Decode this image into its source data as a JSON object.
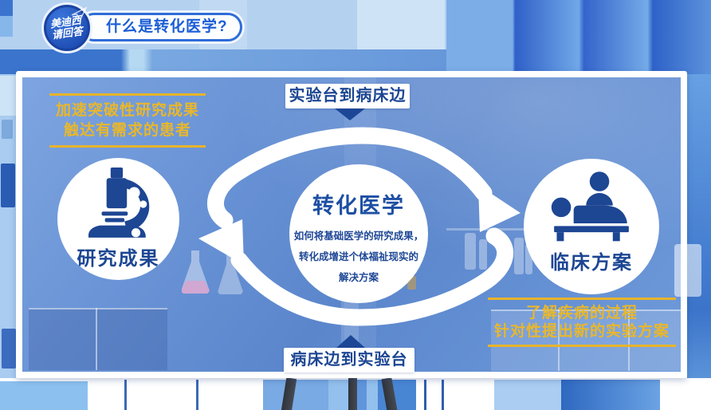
{
  "header": {
    "badge": {
      "line1": "美迪西",
      "line2": "请回答"
    },
    "question_pill": "什么是转化医学?"
  },
  "diagram": {
    "top_flow_label": "实验台到病床边",
    "bottom_flow_label": "病床边到实验台",
    "left_node": {
      "label": "研究成果",
      "icon": "microscope-icon"
    },
    "right_node": {
      "label": "临床方案",
      "icon": "patient-bed-icon"
    },
    "center_node": {
      "title": "转化医学",
      "description": [
        "如何将基础医学的研究成果，",
        "转化成增进个体福祉现实的",
        "解决方案"
      ]
    },
    "left_callout": {
      "lines": [
        "加速突破性研究成果",
        "触达有需求的患者"
      ]
    },
    "right_callout": {
      "lines": [
        "了解疾病的过程",
        "针对性提出新的实验方案"
      ]
    }
  },
  "colors": {
    "deep_blue": "#1c4693",
    "title_blue": "#1d4fa3",
    "pill_text_blue": "#1a5dd6",
    "callout_yellow": "#e7b42a",
    "arrow_white": "#ffffff",
    "board_blue": "#5b86cc",
    "background_blue": "#b4d1f0"
  }
}
